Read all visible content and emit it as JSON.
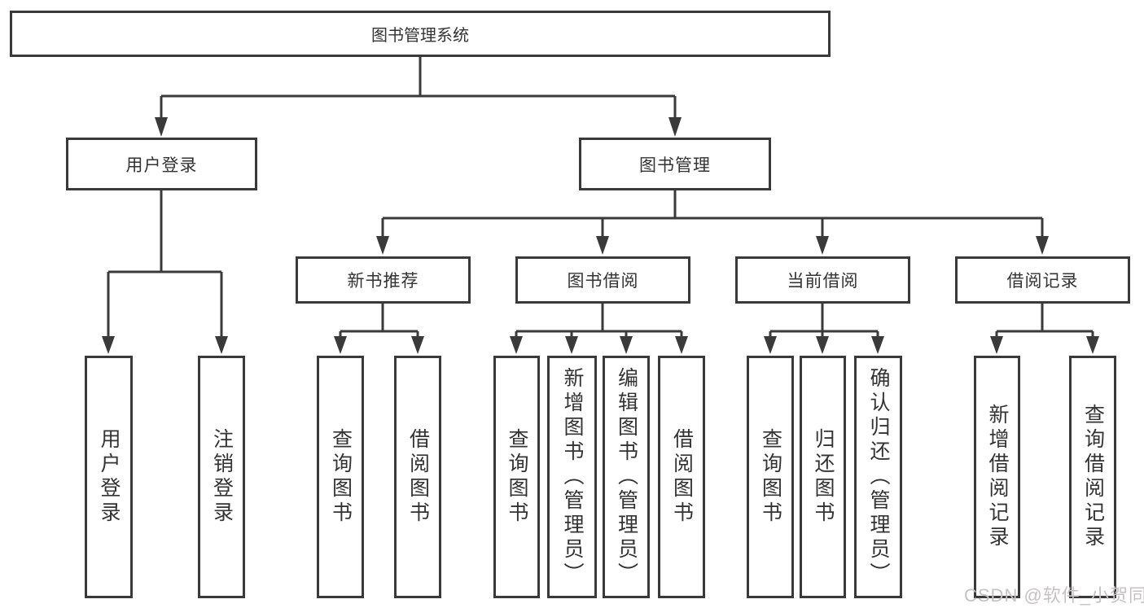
{
  "diagram": {
    "title": "图书管理系统",
    "level2": [
      {
        "label": "用户登录"
      },
      {
        "label": "图书管理"
      }
    ],
    "level3": [
      {
        "label": "新书推荐",
        "parent": "图书管理"
      },
      {
        "label": "图书借阅",
        "parent": "图书管理"
      },
      {
        "label": "当前借阅",
        "parent": "图书管理"
      },
      {
        "label": "借阅记录",
        "parent": "图书管理"
      }
    ],
    "leaves": [
      {
        "label": "用户登录",
        "parent": "用户登录"
      },
      {
        "label": "注销登录",
        "parent": "用户登录"
      },
      {
        "label": "查询图书",
        "parent": "新书推荐"
      },
      {
        "label": "借阅图书",
        "parent": "新书推荐"
      },
      {
        "label": "查询图书",
        "parent": "图书借阅"
      },
      {
        "label": "新增图书（管理员）",
        "parent": "图书借阅"
      },
      {
        "label": "编辑图书（管理员）",
        "parent": "图书借阅"
      },
      {
        "label": "借阅图书",
        "parent": "图书借阅"
      },
      {
        "label": "查询图书",
        "parent": "当前借阅"
      },
      {
        "label": "归还图书",
        "parent": "当前借阅"
      },
      {
        "label": "确认归还（管理员）",
        "parent": "当前借阅"
      },
      {
        "label": "新增借阅记录",
        "parent": "借阅记录"
      },
      {
        "label": "查询借阅记录",
        "parent": "借阅记录"
      }
    ]
  },
  "watermark": "CSDN @软件_小贺同学",
  "colors": {
    "line": "#3a3a3a",
    "text": "#333333",
    "watermark": "#c5c2c2",
    "background": "#ffffff"
  }
}
